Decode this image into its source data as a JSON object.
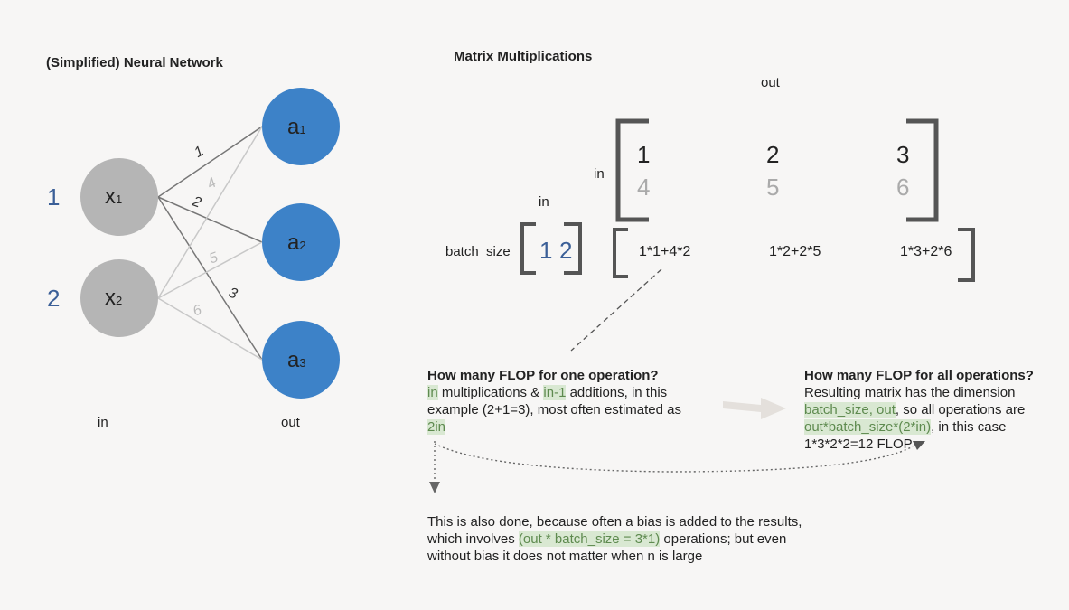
{
  "left": {
    "title": "(Simplified) Neural Network",
    "inputs": [
      {
        "value": "1",
        "node": "x",
        "sub": "1"
      },
      {
        "value": "2",
        "node": "x",
        "sub": "2"
      }
    ],
    "outputs": [
      {
        "node": "a",
        "sub": "1"
      },
      {
        "node": "a",
        "sub": "2"
      },
      {
        "node": "a",
        "sub": "3"
      }
    ],
    "weights": [
      "1",
      "4",
      "2",
      "5",
      "3",
      "6"
    ],
    "in_label": "in",
    "out_label": "out",
    "colors": {
      "input_node": "#b5b5b5",
      "output_node": "#3d82c8",
      "dark_edge": "#777777",
      "light_edge": "#c8c8c8"
    }
  },
  "right": {
    "title": "Matrix Multiplications",
    "out_label": "out",
    "in_label_weights": "in",
    "in_label_input": "in",
    "batch_label": "batch_size",
    "input_vector": [
      "1",
      "2"
    ],
    "weight_row1": [
      "1",
      "2",
      "3"
    ],
    "weight_row2": [
      "4",
      "5",
      "6"
    ],
    "result": [
      "1*1+4*2",
      "1*2+2*5",
      "1*3+2*6"
    ]
  },
  "one_op": {
    "heading": "How many FLOP for one operation?",
    "hl1": "in",
    "t1": " multiplications & ",
    "hl2": "in-1",
    "t2": " additions, in this",
    "line2": "example (2+1=3), most often estimated as",
    "hl3": "2in"
  },
  "all_op": {
    "heading": "How many FLOP for all operations?",
    "line1": "Resulting matrix has the dimension",
    "hl1": "batch_size, out",
    "t1": ", so all operations are",
    "hl2": "out*batch_size*(2*in)",
    "t2": ", in this case",
    "line4": "1*3*2*2=12 FLOP"
  },
  "bias": {
    "line1": "This is also done, because often a bias is added to the results,",
    "t1": "which involves ",
    "hl1": "(out * batch_size = 3*1)",
    "t2": "  operations; but even",
    "line3": "without bias it does not matter when n is large"
  }
}
